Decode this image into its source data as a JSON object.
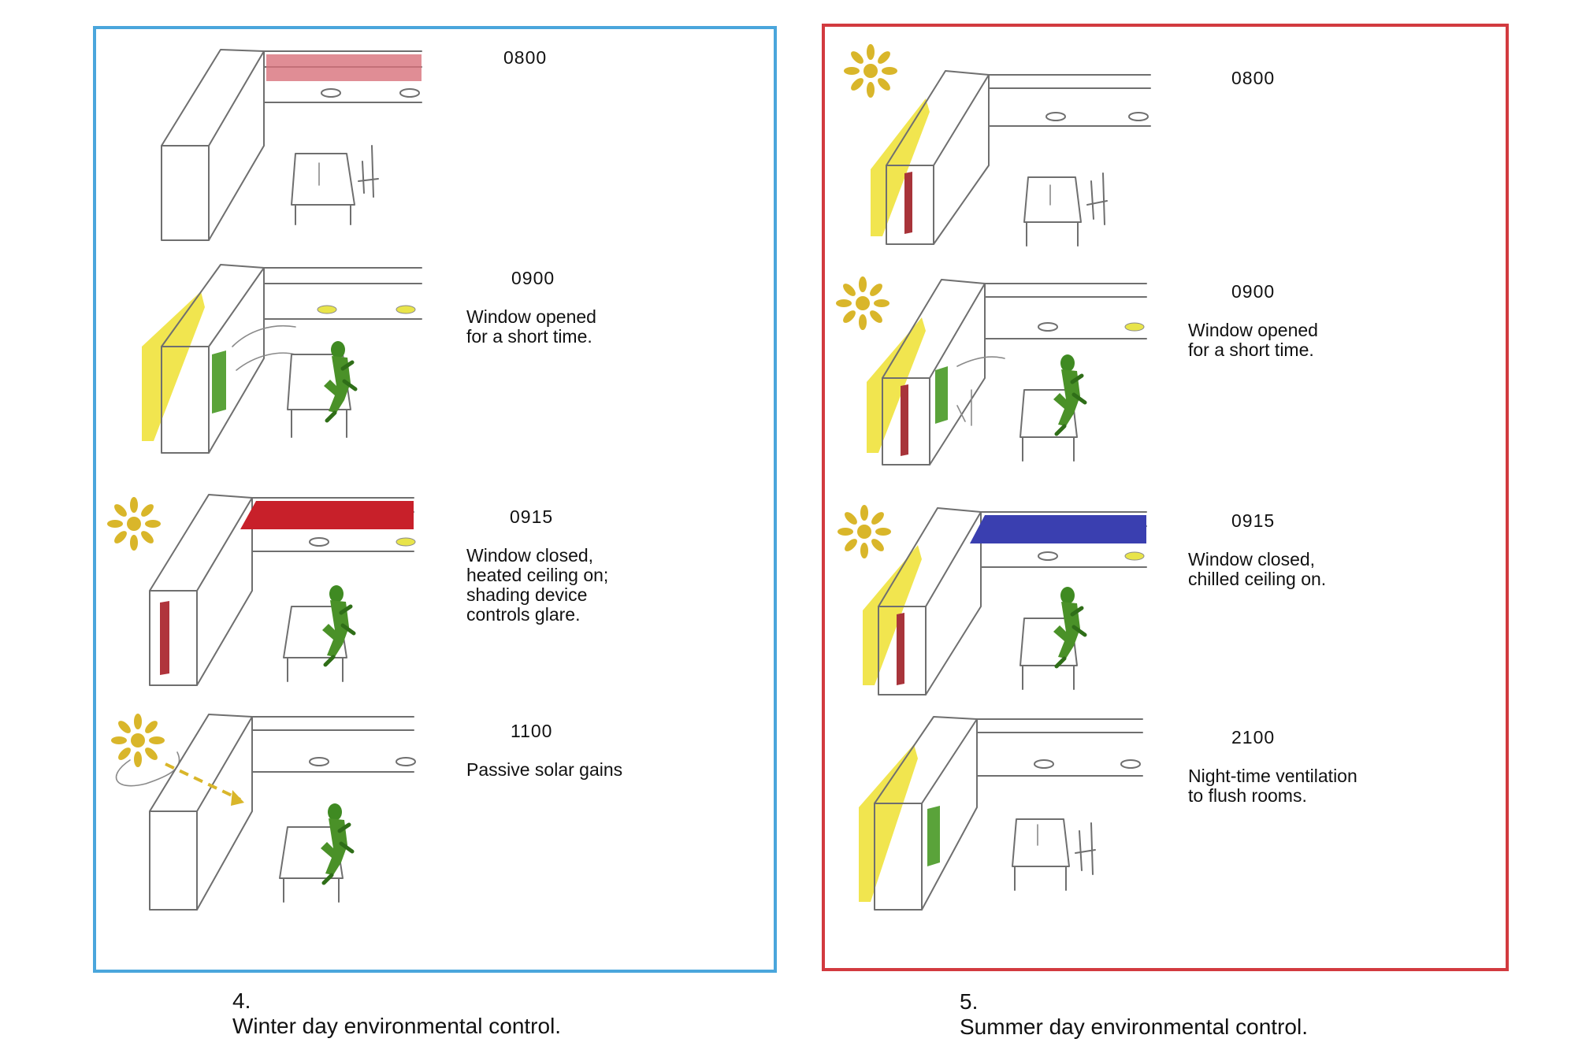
{
  "colors": {
    "winter_border": "#4aa6dc",
    "summer_border": "#d23a3f",
    "heated": "#c8202a",
    "chilled": "#3a3fb0",
    "sun": "#d9b62a",
    "shading": "#f1e54f",
    "occupant": "#3f8a22",
    "vent": "#5aa33a"
  },
  "icons": [
    "sun-icon",
    "occupant-icon",
    "desk-icon",
    "ceiling-light-icon",
    "solar-ray-icon"
  ],
  "winter": {
    "caption_number": "4.",
    "caption_text": "Winter day environmental control.",
    "scenes": [
      {
        "time": "0800",
        "description": ""
      },
      {
        "time": "0900",
        "description": "Window opened\nfor a short time."
      },
      {
        "time": "0915",
        "description": "Window closed,\nheated ceiling on;\nshading device\ncontrols glare."
      },
      {
        "time": "1100",
        "description": "Passive solar gains"
      }
    ]
  },
  "summer": {
    "caption_number": "5.",
    "caption_text": "Summer day environmental control.",
    "scenes": [
      {
        "time": "0800",
        "description": ""
      },
      {
        "time": "0900",
        "description": "Window opened\nfor a short time."
      },
      {
        "time": "0915",
        "description": "Window closed,\nchilled ceiling on."
      },
      {
        "time": "2100",
        "description": "Night-time ventilation\nto flush rooms."
      }
    ]
  }
}
